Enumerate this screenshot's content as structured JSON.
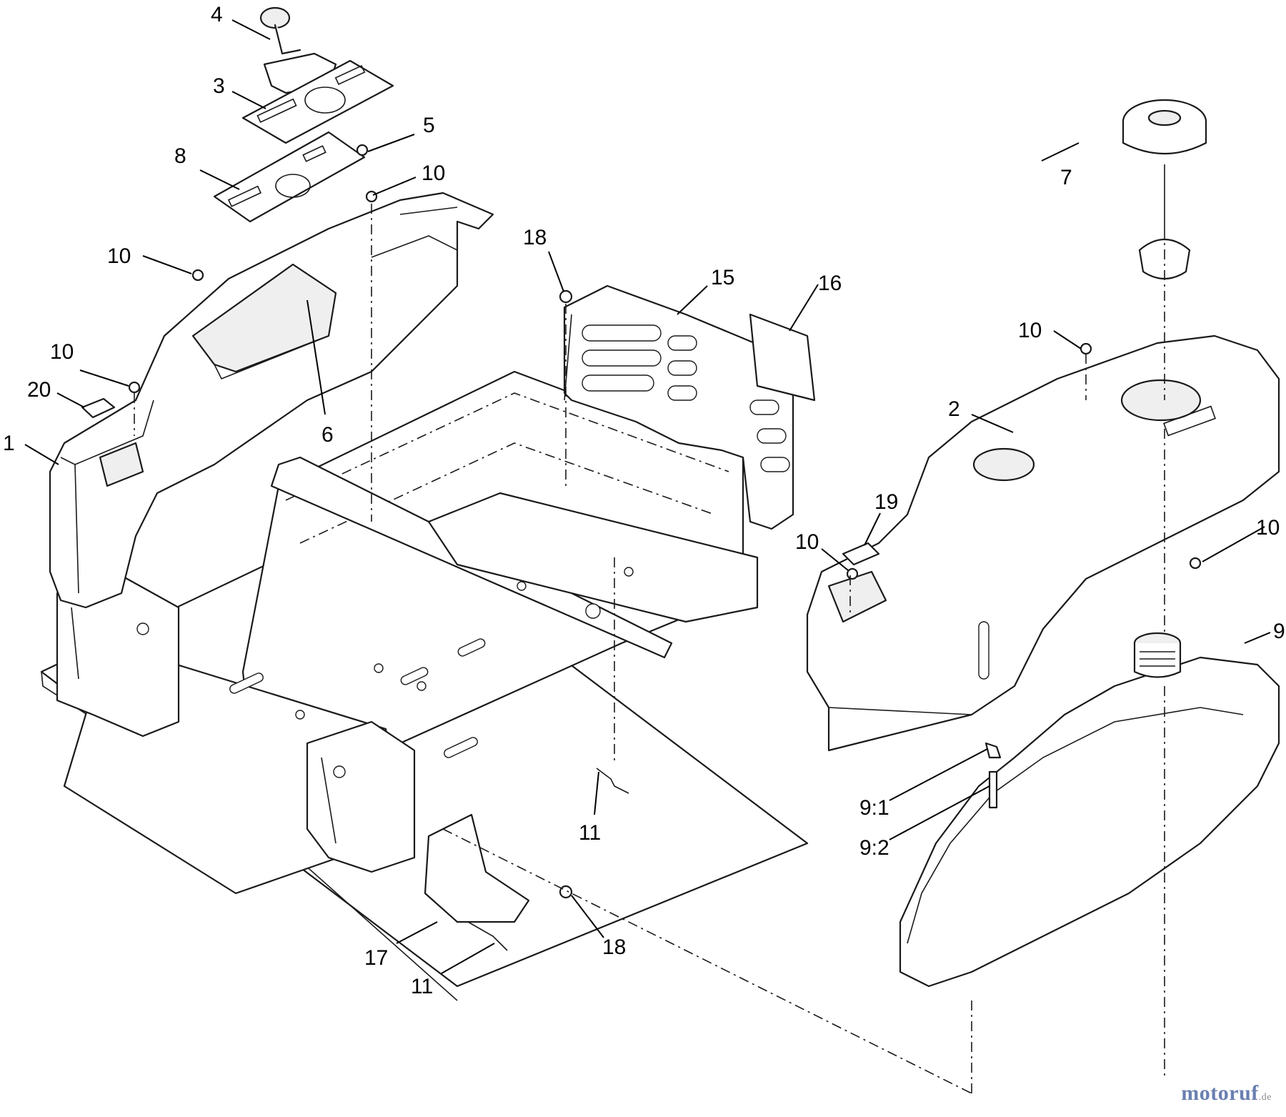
{
  "callouts": {
    "c1": "1",
    "c2": "2",
    "c3": "3",
    "c4": "4",
    "c5": "5",
    "c6": "6",
    "c7": "7",
    "c8": "8",
    "c9": "9",
    "c9_1": "9:1",
    "c9_2": "9:2",
    "c10_a": "10",
    "c10_b": "10",
    "c10_c": "10",
    "c10_d": "10",
    "c10_e": "10",
    "c10_f": "10",
    "c11_a": "11",
    "c11_b": "11",
    "c15": "15",
    "c16": "16",
    "c17": "17",
    "c18_a": "18",
    "c18_b": "18",
    "c19": "19",
    "c20": "20"
  },
  "watermark": {
    "main": "motoruf",
    "tld": ".de"
  },
  "colors": {
    "line": "#1a1a1a",
    "watermark": "#6a7fb0"
  }
}
